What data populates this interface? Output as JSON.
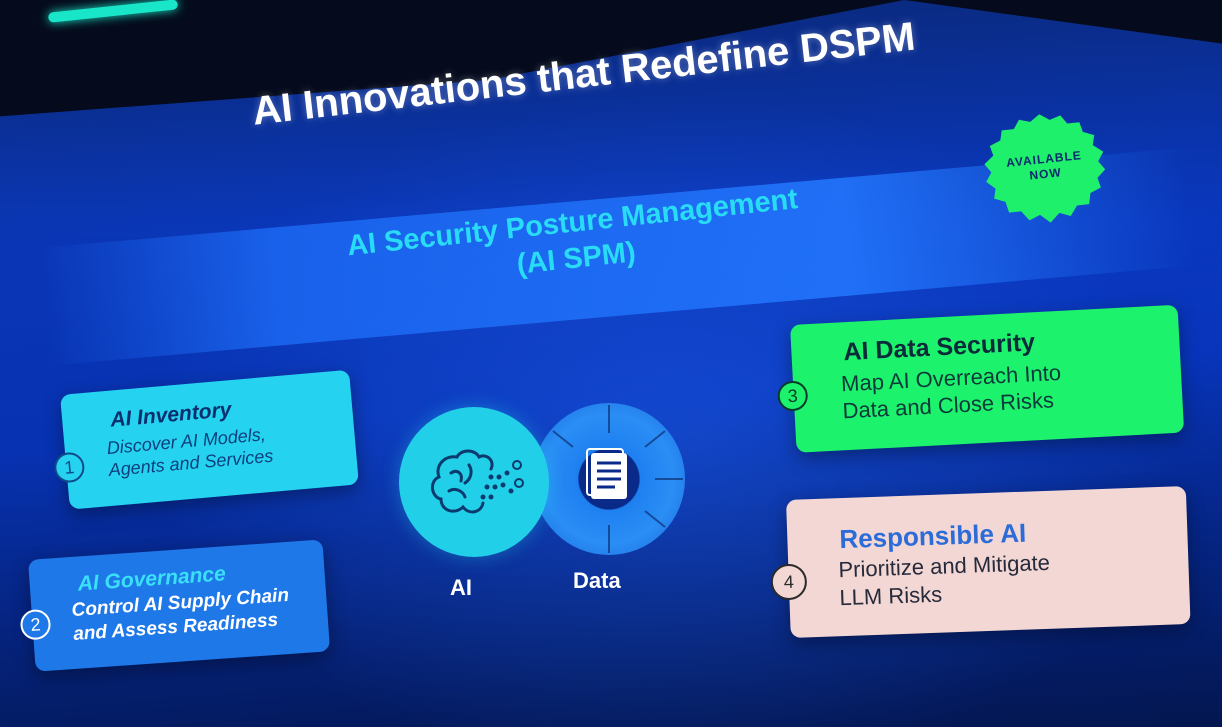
{
  "slide": {
    "title": "AI Innovations that Redefine DSPM",
    "banner": {
      "line1": "AI Security Posture Management",
      "line2": "(AI SPM)"
    },
    "badge": {
      "line1": "AVAILABLE",
      "line2": "NOW",
      "color": "#1ff06b"
    },
    "cards": [
      {
        "number": "1",
        "title": "AI Inventory",
        "desc_line1": "Discover AI Models,",
        "desc_line2": "Agents and Services",
        "color": "#25d3f0"
      },
      {
        "number": "2",
        "title": "AI Governance",
        "desc_line1": "Control AI Supply Chain",
        "desc_line2": "and Assess Readiness",
        "color": "#1f78e8"
      },
      {
        "number": "3",
        "title": "AI Data Security",
        "desc_line1": "Map AI Overreach Into",
        "desc_line2": "Data and Close Risks",
        "color": "#1df26c"
      },
      {
        "number": "4",
        "title": "Responsible AI",
        "desc_line1": "Prioritize and Mitigate",
        "desc_line2": "LLM Risks",
        "color": "#f2d7d5"
      }
    ],
    "venn": {
      "left_label": "AI",
      "right_label": "Data",
      "left_icon": "brain-icon",
      "right_icon": "document-icon"
    }
  }
}
